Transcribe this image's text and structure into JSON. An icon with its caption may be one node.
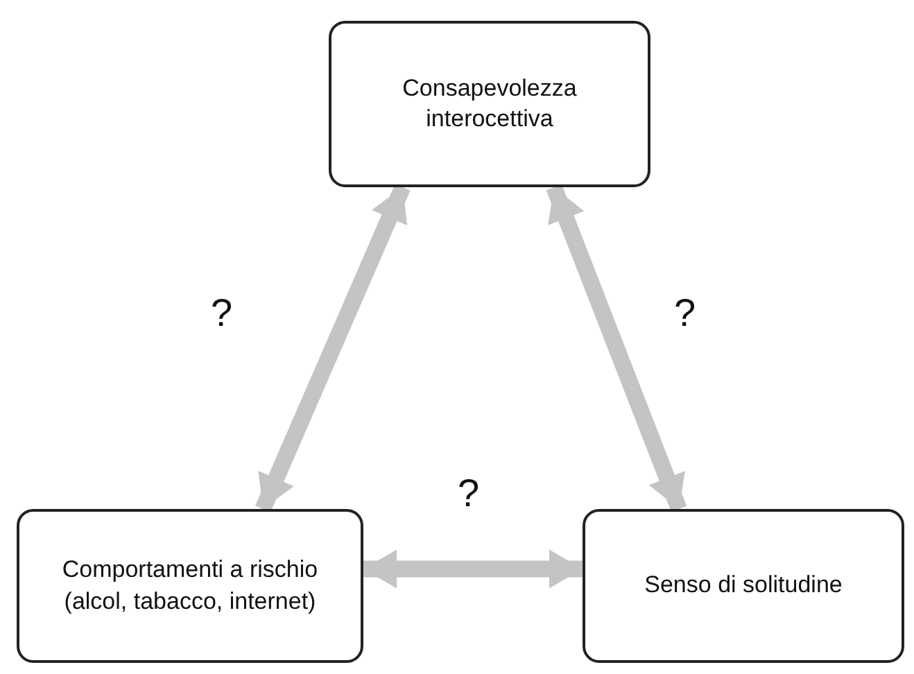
{
  "diagram": {
    "nodes": [
      {
        "text": [
          "Consapevolezza interocettiva"
        ]
      },
      {
        "text": [
          "Comportamenti a rischio (alcol, tabacco, internet)"
        ]
      },
      {
        "text": [
          "Senso di solitudine"
        ]
      }
    ],
    "edges": [
      {
        "from": 1,
        "to": 0,
        "arrow": "both",
        "label": "?"
      },
      {
        "from": 0,
        "to": 2,
        "arrow": "both",
        "label": "?"
      },
      {
        "from": 1,
        "to": 2,
        "arrow": "both",
        "label": "?"
      }
    ]
  }
}
